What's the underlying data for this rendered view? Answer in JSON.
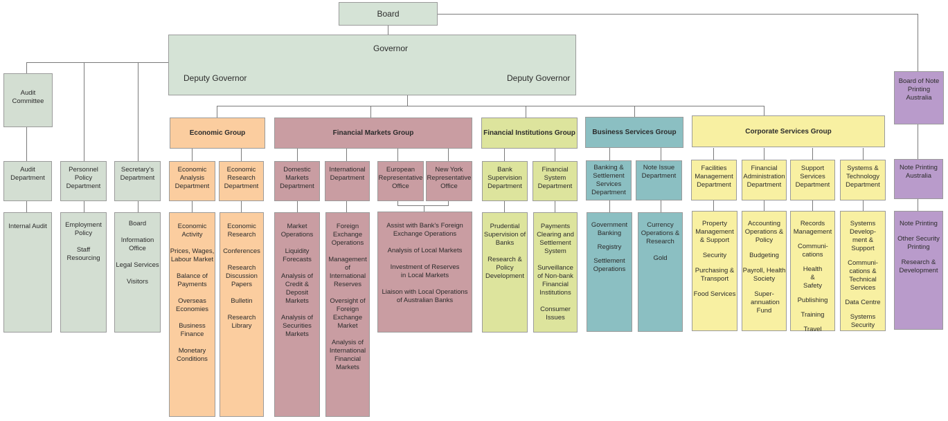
{
  "top": {
    "board": "Board",
    "governor": "Governor",
    "deputy_left": "Deputy Governor",
    "deputy_right": "Deputy Governor"
  },
  "admin": {
    "audit_committee": "Audit Committee",
    "audit_department": "Audit Department",
    "audit_items": [
      "Internal Audit"
    ],
    "personnel_department": "Personnel Policy Department",
    "personnel_items": [
      "Employment Policy",
      "Staff Resourcing"
    ],
    "secretary_department": "Secretary's Department",
    "secretary_items": [
      "Board",
      "Information Office",
      "Legal Services",
      "Visitors"
    ]
  },
  "groups": {
    "economic": {
      "name": "Economic Group",
      "departments": [
        {
          "name": "Economic Analysis Department",
          "items": [
            "Economic Activity",
            "Prices, Wages, Labour Market",
            "Balance of Payments",
            "Overseas Economies",
            "Business Finance",
            "Monetary Conditions"
          ]
        },
        {
          "name": "Economic Research Department",
          "items": [
            "Economic Research",
            "Conferences",
            "Research Discussion Papers",
            "Bulletin",
            "Research Library"
          ]
        }
      ]
    },
    "financial_markets": {
      "name": "Financial Markets Group",
      "departments": [
        {
          "name": "Domestic Markets Department",
          "items": [
            "Market Operations",
            "Liquidity Forecasts",
            "Analysis of Credit & Deposit Markets",
            "Analysis of Securities Markets"
          ]
        },
        {
          "name": "International Department",
          "items": [
            "Foreign Exchange Operations",
            "Management of International Reserves",
            "Oversight of Foreign Exchange Market",
            "Analysis of International Financial Markets"
          ]
        },
        {
          "name": "European Representative Office"
        },
        {
          "name": "New York Representative Office"
        }
      ],
      "rep_office_items": [
        "Assist with Bank's Foreign Exchange Operations",
        "Analysis of Local Markets",
        "Investment of Reserves in Local Markets",
        "Liaison with Local Operations of Australian Banks"
      ]
    },
    "financial_institutions": {
      "name": "Financial Institutions Group",
      "departments": [
        {
          "name": "Bank Supervision Department",
          "items": [
            "Prudential Supervision of Banks",
            "Research & Policy Development"
          ]
        },
        {
          "name": "Financial System Department",
          "items": [
            "Payments Clearing and Settlement System",
            "Surveillance of Non-bank Financial Institutions",
            "Consumer Issues"
          ]
        }
      ]
    },
    "business_services": {
      "name": "Business Services Group",
      "departments": [
        {
          "name": "Banking & Settlement Services Department",
          "items": [
            "Government Banking",
            "Registry",
            "Settlement Operations"
          ]
        },
        {
          "name": "Note Issue Department",
          "items": [
            "Currency Operations & Research",
            "Gold"
          ]
        }
      ]
    },
    "corporate_services": {
      "name": "Corporate Services Group",
      "departments": [
        {
          "name": "Facilities Management Department",
          "items": [
            "Property Management & Support",
            "Security",
            "Purchasing & Transport",
            "Food Services"
          ]
        },
        {
          "name": "Financial Administration Department",
          "items": [
            "Accounting Operations & Policy",
            "Budgeting",
            "Payroll, Health Society",
            "Super-annuation Fund"
          ]
        },
        {
          "name": "Support Services Department",
          "items": [
            "Records Management",
            "Communi-cations",
            "Health & Safety",
            "Publishing",
            "Training",
            "Travel"
          ]
        },
        {
          "name": "Systems & Technology Department",
          "items": [
            "Systems Develop-ment & Support",
            "Communi-cations & Technical Services",
            "Data Centre",
            "Systems Security"
          ]
        }
      ]
    }
  },
  "note_printing": {
    "board": "Board of Note Printing Australia",
    "entity": "Note Printing Australia",
    "items": [
      "Note Printing",
      "Other Security Printing",
      "Research & Development"
    ]
  },
  "colors": {
    "top": "#d5e3d6",
    "economic": "#fbcd9f",
    "financial_markets": "#c99da2",
    "financial_institutions": "#dde49d",
    "business_services": "#8bbfc2",
    "corporate_services": "#f8f0a2",
    "note_printing": "#b99bcb"
  }
}
